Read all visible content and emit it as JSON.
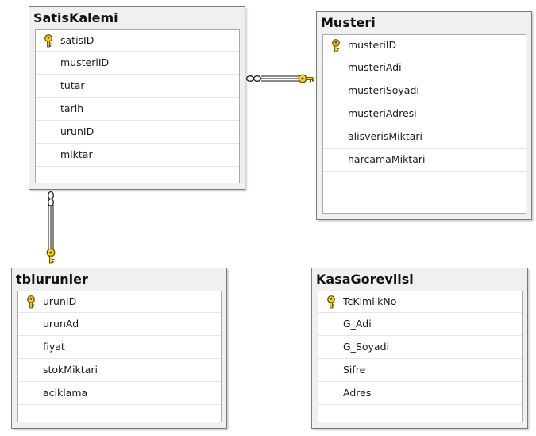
{
  "tables": [
    {
      "id": "satiskalemi",
      "title": "SatisKalemi",
      "columns": [
        {
          "name": "satisID",
          "primary_key": true
        },
        {
          "name": "musteriID",
          "primary_key": false
        },
        {
          "name": "tutar",
          "primary_key": false
        },
        {
          "name": "tarih",
          "primary_key": false
        },
        {
          "name": "urunID",
          "primary_key": false
        },
        {
          "name": "miktar",
          "primary_key": false
        }
      ]
    },
    {
      "id": "musteri",
      "title": "Musteri",
      "columns": [
        {
          "name": "musteriID",
          "primary_key": true
        },
        {
          "name": "musteriAdi",
          "primary_key": false
        },
        {
          "name": "musteriSoyadi",
          "primary_key": false
        },
        {
          "name": "musteriAdresi",
          "primary_key": false
        },
        {
          "name": "alisverisMiktari",
          "primary_key": false
        },
        {
          "name": "harcamaMiktari",
          "primary_key": false
        }
      ]
    },
    {
      "id": "tblurunler",
      "title": "tblurunler",
      "columns": [
        {
          "name": "urunID",
          "primary_key": true
        },
        {
          "name": "urunAd",
          "primary_key": false
        },
        {
          "name": "fiyat",
          "primary_key": false
        },
        {
          "name": "stokMiktari",
          "primary_key": false
        },
        {
          "name": "aciklama",
          "primary_key": false
        }
      ]
    },
    {
      "id": "kasagorevlisi",
      "title": "KasaGorevlisi",
      "columns": [
        {
          "name": "TcKimlikNo",
          "primary_key": true
        },
        {
          "name": "G_Adi",
          "primary_key": false
        },
        {
          "name": "G_Soyadi",
          "primary_key": false
        },
        {
          "name": "Sifre",
          "primary_key": false
        },
        {
          "name": "Adres",
          "primary_key": false
        }
      ]
    }
  ],
  "relationships": [
    {
      "from_table": "SatisKalemi",
      "to_table": "Musteri",
      "many_end": "SatisKalemi",
      "one_end": "Musteri"
    },
    {
      "from_table": "SatisKalemi",
      "to_table": "tblurunler",
      "many_end": "SatisKalemi",
      "one_end": "tblurunler"
    }
  ],
  "colors": {
    "title_bar": "#f0f0f0",
    "border": "#7a7a7a",
    "key_fill": "#f2d21b",
    "key_stroke": "#5a4a00",
    "relationship_line": "#444444"
  },
  "icons": {
    "primary_key": "key-icon",
    "many_end": "infinity-icon",
    "one_end": "key-icon"
  }
}
